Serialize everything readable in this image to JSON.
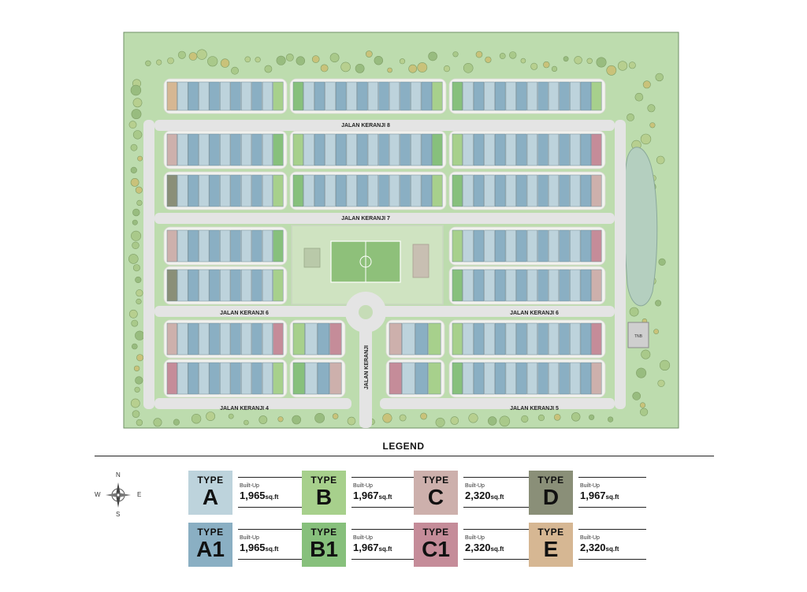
{
  "streets": {
    "keranji8": "JALAN KERANJI 8",
    "keranji7": "JALAN KERANJI 7",
    "keranji6": "JALAN KERANJI 6",
    "keranji4": "JALAN KERANJI 4",
    "keranji5": "JALAN KERANJI 5",
    "keranji": "JALAN KERANJI"
  },
  "tnb_label": "TNB",
  "legend": {
    "title": "LEGEND",
    "compass": {
      "n": "N",
      "s": "S",
      "e": "E",
      "w": "W"
    },
    "builtup_label": "Built-Up",
    "unit": "sq.ft",
    "types": [
      {
        "word": "TYPE",
        "code": "A",
        "area": "1,965",
        "color": "#bdd3dc"
      },
      {
        "word": "TYPE",
        "code": "B",
        "area": "1,967",
        "color": "#a7d08c"
      },
      {
        "word": "TYPE",
        "code": "C",
        "area": "2,320",
        "color": "#cdb0ac"
      },
      {
        "word": "TYPE",
        "code": "D",
        "area": "1,967",
        "color": "#8a8f78"
      },
      {
        "word": "TYPE",
        "code": "A1",
        "area": "1,965",
        "color": "#8aafc3"
      },
      {
        "word": "TYPE",
        "code": "B1",
        "area": "1,967",
        "color": "#87c07c"
      },
      {
        "word": "TYPE",
        "code": "C1",
        "area": "2,320",
        "color": "#c58c99"
      },
      {
        "word": "TYPE",
        "code": "E",
        "area": "2,320",
        "color": "#d6b793"
      }
    ]
  }
}
